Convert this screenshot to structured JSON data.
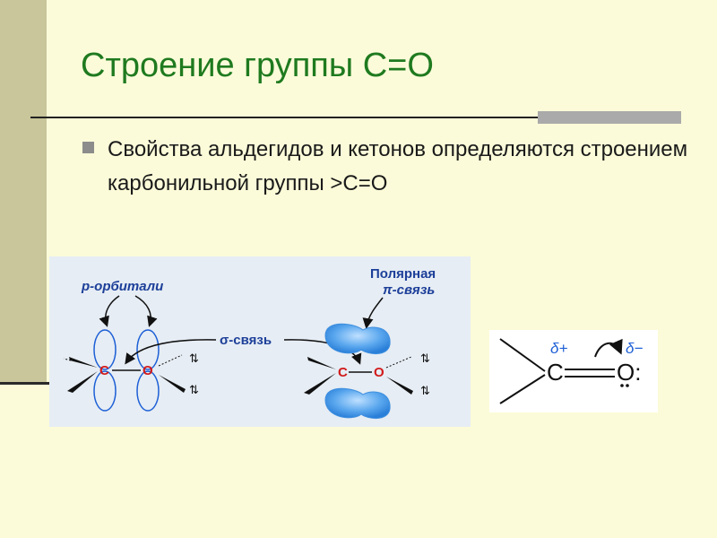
{
  "slide": {
    "title": "Строение группы С=О",
    "bullet": "Свойства альдегидов и кетонов определяются строением карбонильной группы >С=О"
  },
  "diagram": {
    "p_orbitals_label": "р-орбитали",
    "sigma_bond_label": "σ-связь",
    "polar_label_line1": "Полярная",
    "polar_label_line2": "π-связь",
    "carbon": "C",
    "oxygen": "O",
    "lone_pair": "⇅"
  },
  "polarity": {
    "delta_plus": "δ+",
    "delta_minus": "δ−",
    "carbon": "C",
    "oxygen": "O:"
  },
  "colors": {
    "title": "#1f7a1f",
    "orbital_blue": "#1d5fd6",
    "atom_red": "#d11a1a",
    "pi_cloud": "#5aa7ee"
  }
}
